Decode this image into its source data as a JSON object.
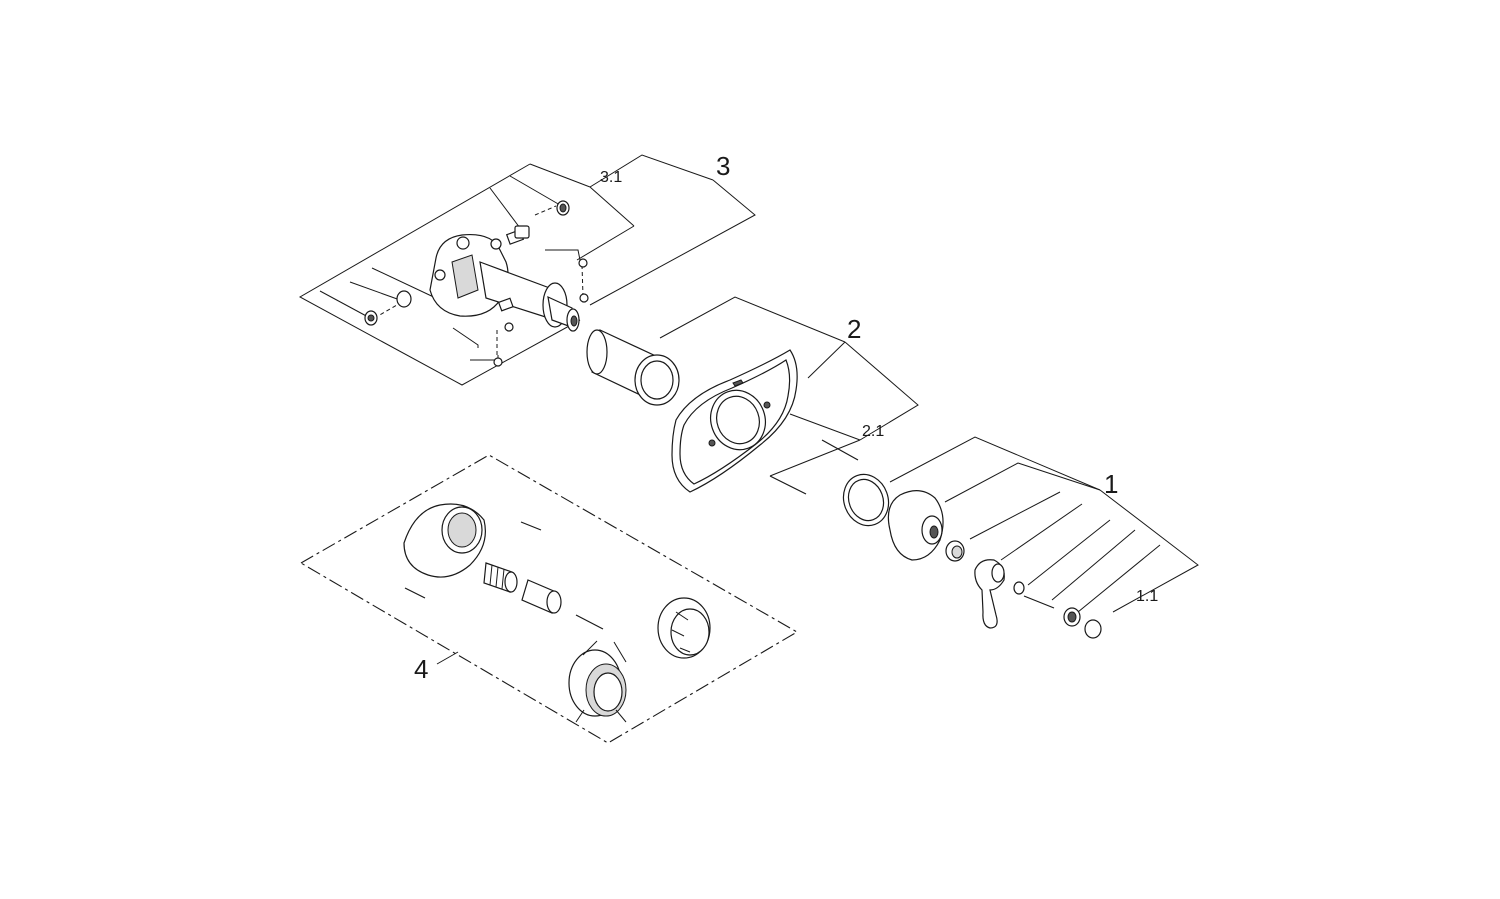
{
  "diagram": {
    "labels": {
      "l1": "1",
      "l1_1": "1.1",
      "l2": "2",
      "l2_1": "2.1",
      "l3": "3",
      "l3_1": "3.1",
      "l4": "4"
    }
  }
}
